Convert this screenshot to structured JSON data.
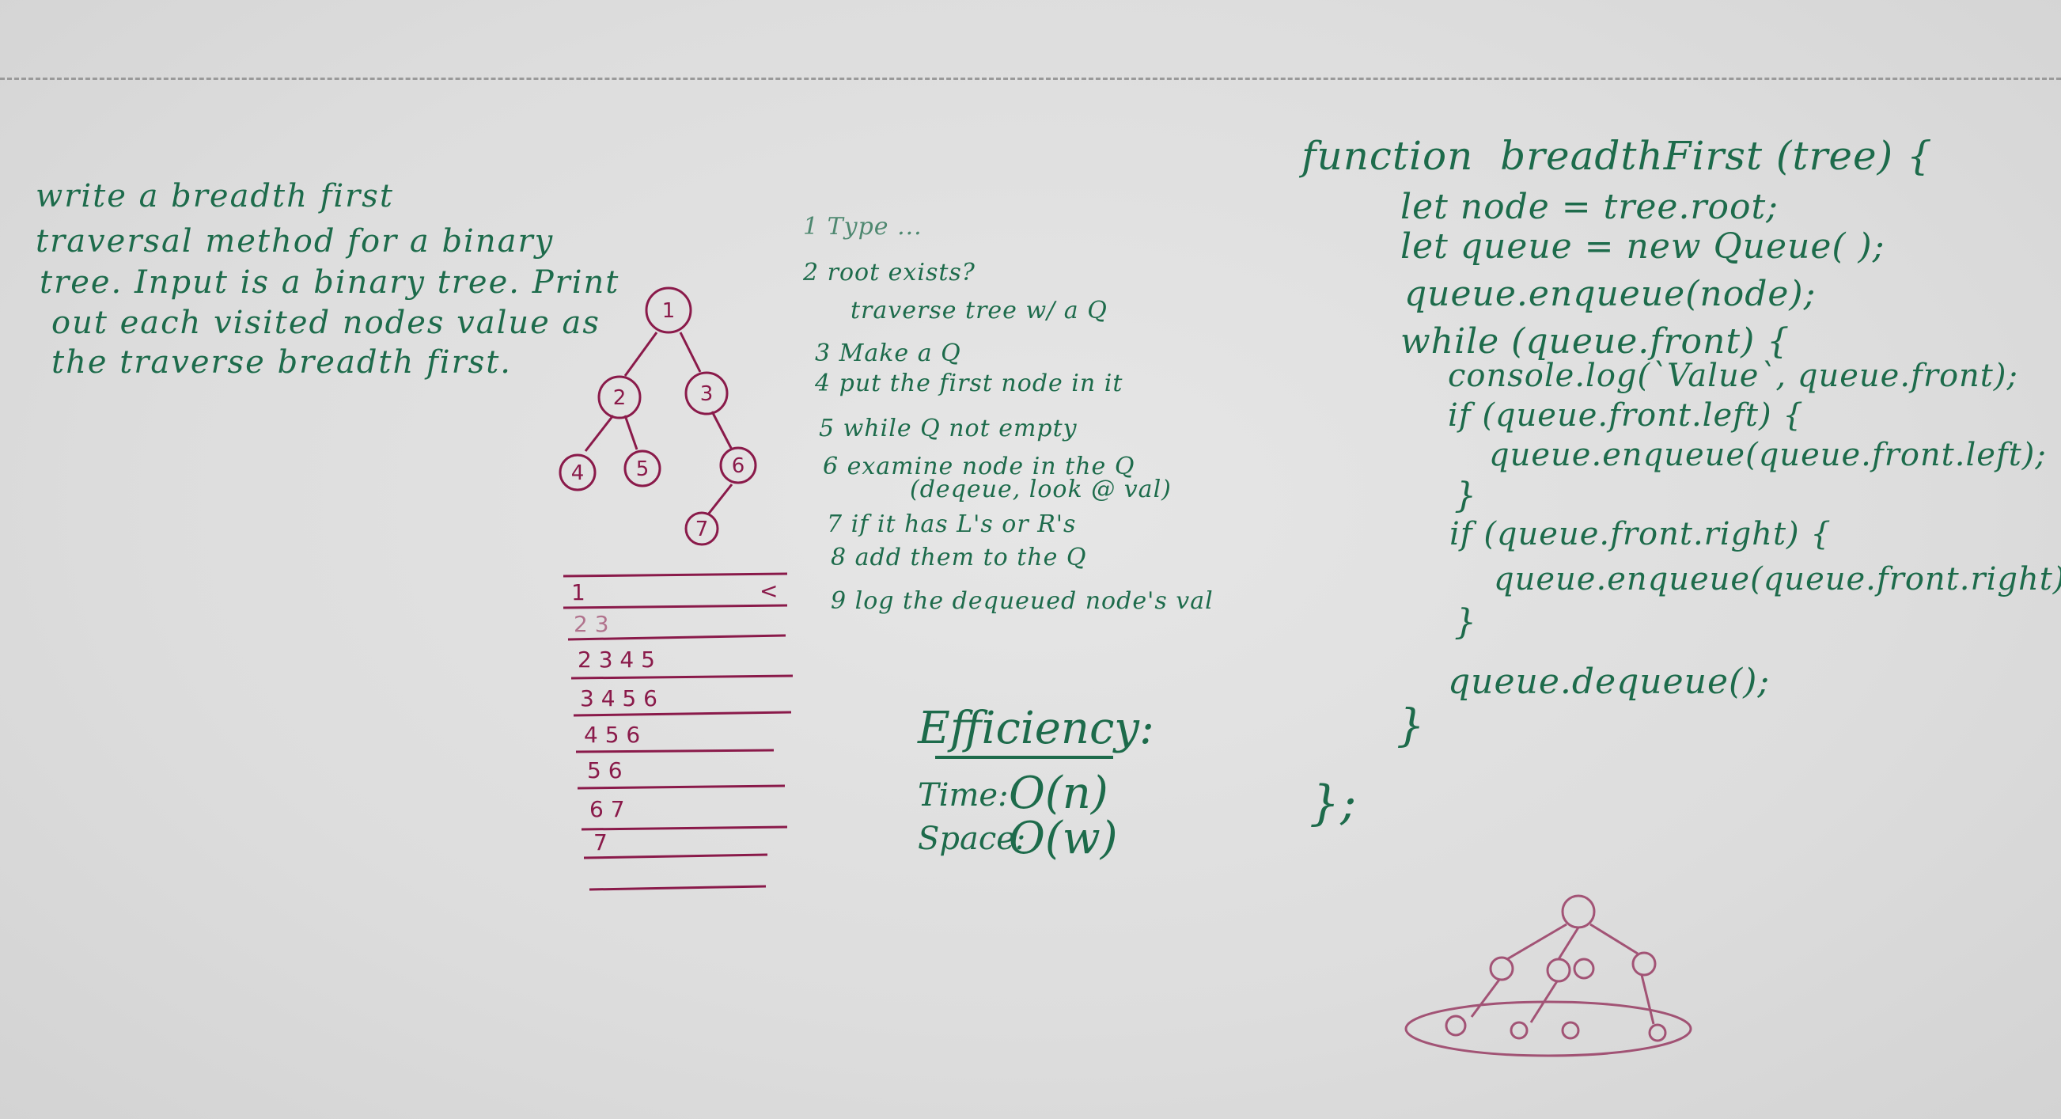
{
  "prompt": [
    "write a breadth first",
    "traversal method for a binary",
    "tree. Input is a binary tree. Print",
    "out each visited nodes value as",
    "the traverse breadth first."
  ],
  "tree": {
    "nodes": [
      "1",
      "2",
      "3",
      "4",
      "5",
      "6",
      "7"
    ]
  },
  "queue_trace": {
    "rows": [
      "1",
      "2 3",
      "2 3 4 5",
      "3 4 5 6",
      "4 5 6",
      "5 6",
      "6 7",
      "7",
      ""
    ],
    "marker": "<"
  },
  "steps": [
    "1 Type ...",
    "2 root exists?",
    "traverse tree w/ a Q",
    "3 Make a Q",
    "4 put the first node in it",
    "5 while Q not empty",
    "6 examine node in the Q",
    "(deqeue, look @ val)",
    "7 if it has L's or R's",
    "8 add them to the Q",
    "9 log the dequeued node's val"
  ],
  "efficiency": {
    "title": "Efficiency:",
    "time_label": "Time:",
    "time_value": "O(n)",
    "space_label": "Space:",
    "space_value": "O(w)"
  },
  "code": [
    "function  breadthFirst (tree) {",
    "let node = tree.root;",
    "let queue = new Queue( );",
    "queue.enqueue(node);",
    "while (queue.front) {",
    "console.log(`Value`, queue.front);",
    "if (queue.front.left) {",
    "queue.enqueue(queue.front.left);",
    "}",
    "if (queue.front.right) {",
    "queue.enqueue(queue.front.right);",
    "}",
    "queue.dequeue();",
    "}",
    "};"
  ],
  "colors": {
    "green_marker": "#1d6b4b",
    "magenta_marker": "#8a1a4a",
    "board": "#dcdcdc"
  }
}
